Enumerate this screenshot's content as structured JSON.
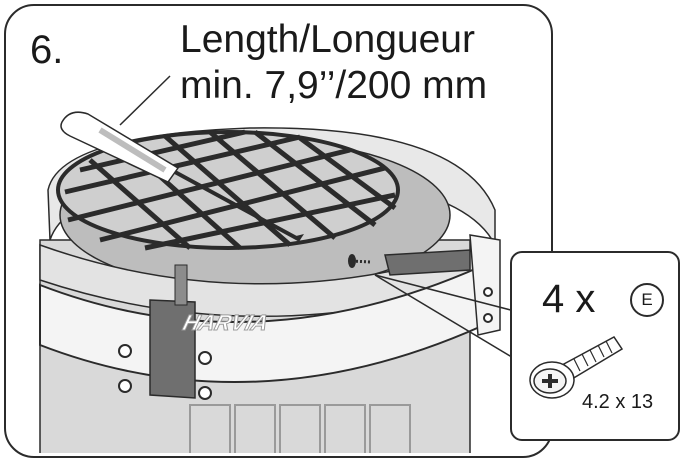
{
  "step": {
    "number": "6."
  },
  "length": {
    "line1": "Length/Longueur",
    "line2": "min. 7,9’’/200 mm"
  },
  "brand": {
    "logo_text": "HARVIA"
  },
  "callout": {
    "quantity": "4 x",
    "part_tag": "E",
    "screw_size": "4.2 x 13"
  },
  "icons": [
    "screwdriver-icon",
    "screw-icon"
  ],
  "colors": {
    "outline": "#2b2b2b",
    "heater_body": "#d9d9d9",
    "shadow": "#8c8c8c",
    "background": "#ffffff"
  }
}
